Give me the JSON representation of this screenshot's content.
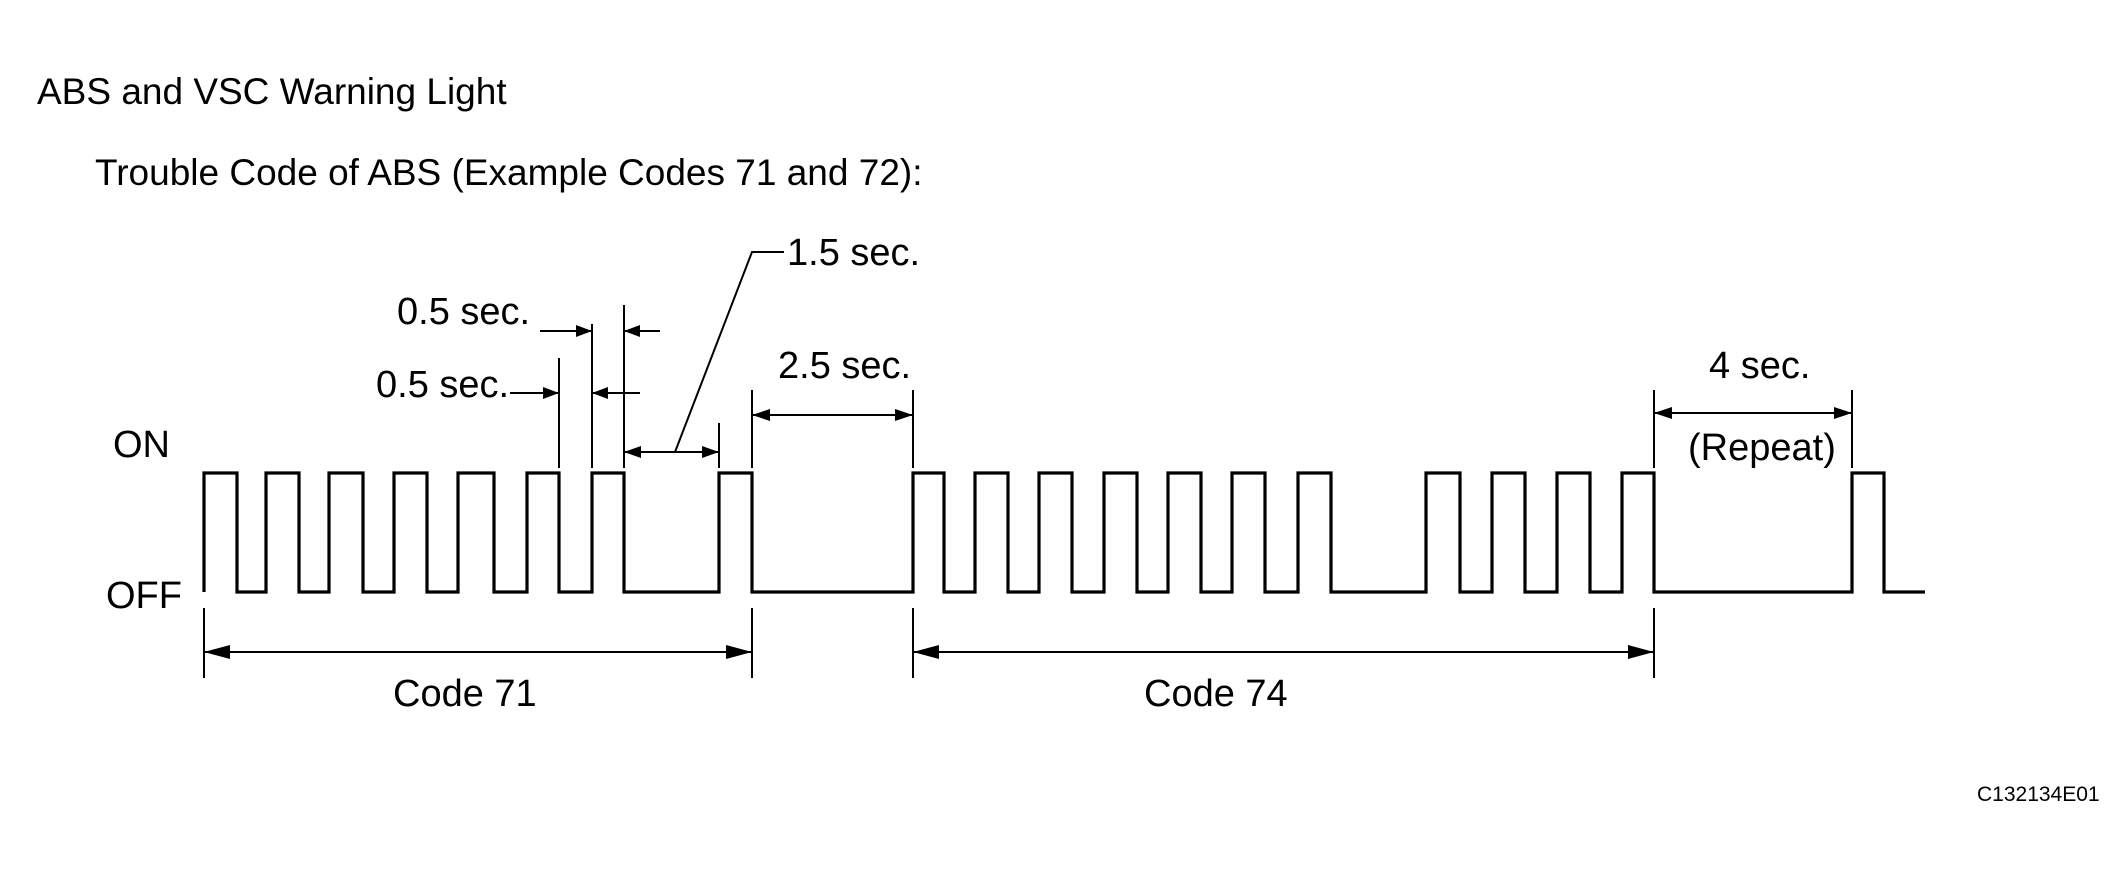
{
  "header": {
    "title": "ABS and VSC Warning Light",
    "subtitle": "Trouble Code of ABS (Example Codes 71 and 72):"
  },
  "signal_levels": {
    "on": "ON",
    "off": "OFF"
  },
  "timing_labels": {
    "pulse_on": "0.5 sec.",
    "pulse_off": "0.5 sec.",
    "digit_gap": "1.5 sec.",
    "code_gap": "2.5 sec.",
    "repeat_interval": "4 sec.",
    "repeat_note": "(Repeat)"
  },
  "codes": {
    "first": "Code 71",
    "second": "Code 74"
  },
  "reference_id": "C132134E01"
}
